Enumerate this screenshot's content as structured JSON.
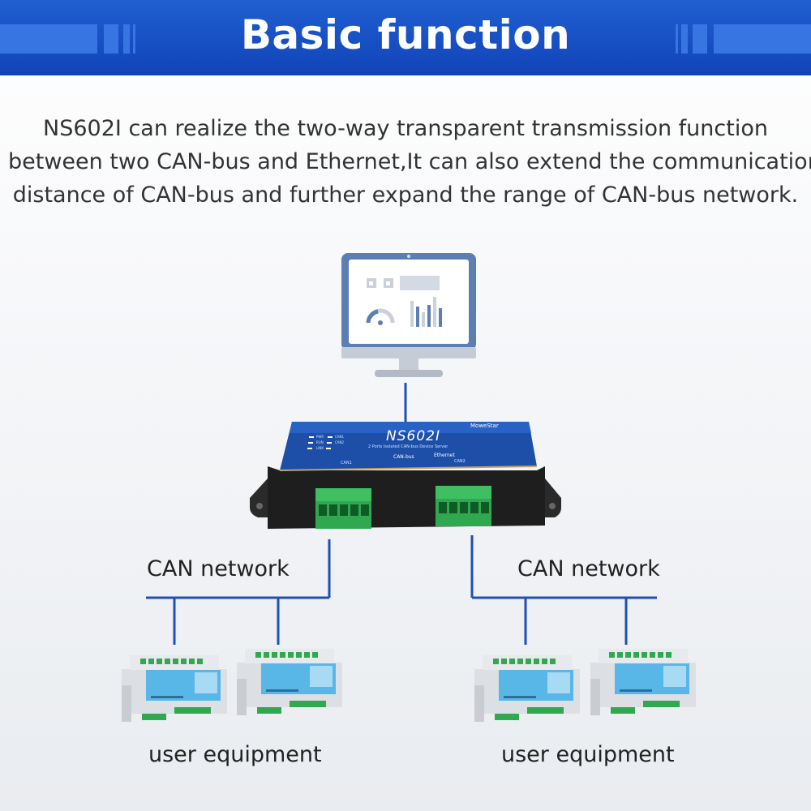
{
  "header": {
    "title": "Basic function"
  },
  "description": {
    "lines": [
      "NS602I can realize the two-way transparent transmission function",
      "between two CAN-bus and Ethernet,It can also extend the communication",
      "distance of CAN-bus and further expand the range of CAN-bus network."
    ]
  },
  "device": {
    "model": "NS602I",
    "brand": "MoweStar",
    "subtitle": "2 Ports Isolated CAN-bus Device Server",
    "bus_caption": "CAN-bus",
    "eth_caption": "Ethernet",
    "port1": "CAN1",
    "port2": "CAN2",
    "led_labels": [
      "PWR",
      "RUN",
      "CAN1",
      "CAN2",
      "LINK"
    ]
  },
  "networks": {
    "left_label": "CAN network",
    "right_label": "CAN network"
  },
  "equipment": {
    "left_label": "user equipment",
    "right_label": "user equipment"
  },
  "colors": {
    "header_blue": "#1651c6",
    "line_blue": "#1f4fb8",
    "device_blue": "#1d4fa8",
    "terminal_green": "#2fa84f"
  }
}
